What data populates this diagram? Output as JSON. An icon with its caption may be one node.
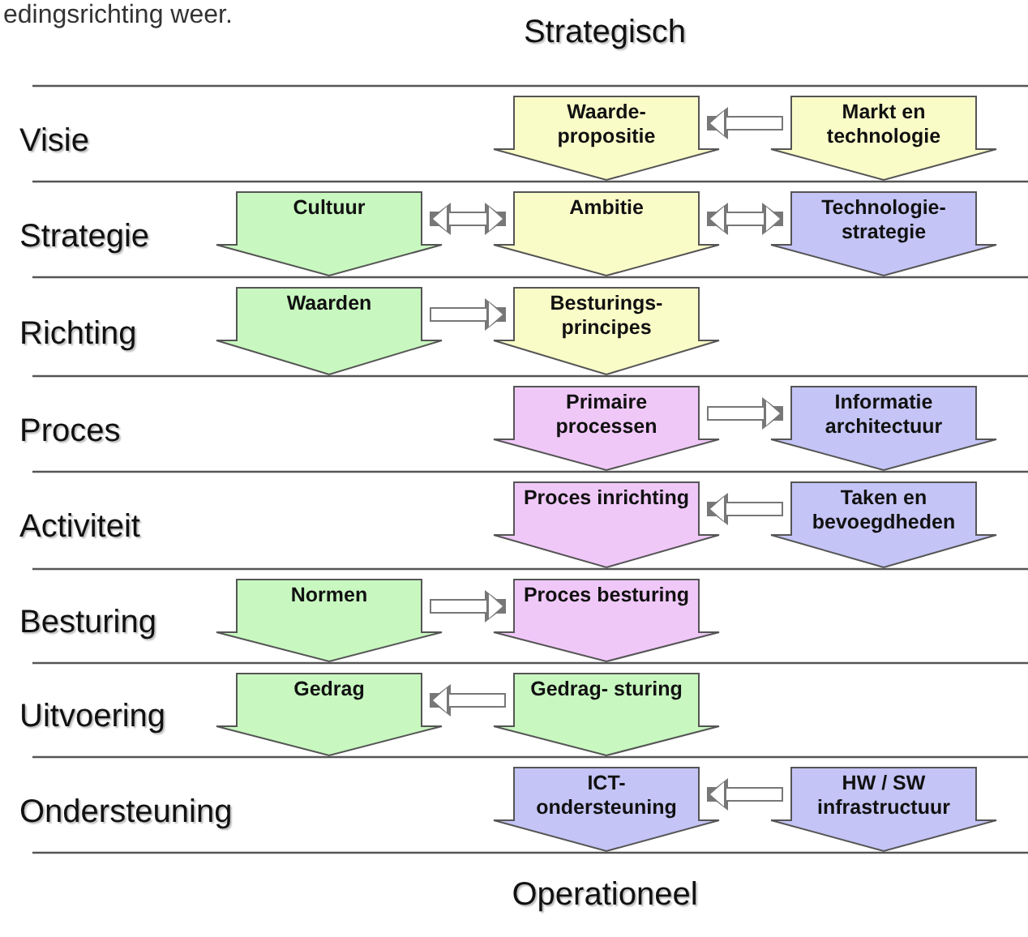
{
  "diagram": {
    "title": "Strategisch",
    "caption": "Operationeel",
    "nodes": [
      {
        "text": [
          "Waarde- propositie"
        ]
      },
      {
        "text": [
          "Markt en technologie"
        ]
      },
      {
        "text": [
          "Cultuur"
        ]
      },
      {
        "text": [
          "Ambitie"
        ]
      },
      {
        "text": [
          "Technologie- strategie"
        ]
      },
      {
        "text": [
          "Waarden"
        ]
      },
      {
        "text": [
          "Besturings- principes"
        ]
      },
      {
        "text": [
          "Primaire processen"
        ]
      },
      {
        "text": [
          "Informatie architectuur"
        ]
      },
      {
        "text": [
          "Proces inrichting"
        ]
      },
      {
        "text": [
          "Taken en bevoegdheden"
        ]
      },
      {
        "text": [
          "Normen"
        ]
      },
      {
        "text": [
          "Proces besturing"
        ]
      },
      {
        "text": [
          "Gedrag"
        ]
      },
      {
        "text": [
          "Gedrag- sturing"
        ]
      },
      {
        "text": [
          "ICT- ondersteuning"
        ]
      },
      {
        "text": [
          "HW / SW infrastructuur"
        ]
      }
    ],
    "edges": [
      {
        "from": 1,
        "to": 0,
        "arrow": "to"
      },
      {
        "from": 2,
        "to": 3,
        "arrow": "both"
      },
      {
        "from": 3,
        "to": 4,
        "arrow": "both"
      },
      {
        "from": 5,
        "to": 6,
        "arrow": "to"
      },
      {
        "from": 7,
        "to": 8,
        "arrow": "to"
      },
      {
        "from": 10,
        "to": 9,
        "arrow": "to"
      },
      {
        "from": 11,
        "to": 12,
        "arrow": "to"
      },
      {
        "from": 14,
        "to": 13,
        "arrow": "to"
      },
      {
        "from": 16,
        "to": 15,
        "arrow": "to"
      }
    ],
    "labels": [
      "edingsrichting weer.",
      "Visie",
      "Strategie",
      "Richting",
      "Proces",
      "Activiteit",
      "Besturing",
      "Uitvoering",
      "Ondersteuning"
    ]
  }
}
